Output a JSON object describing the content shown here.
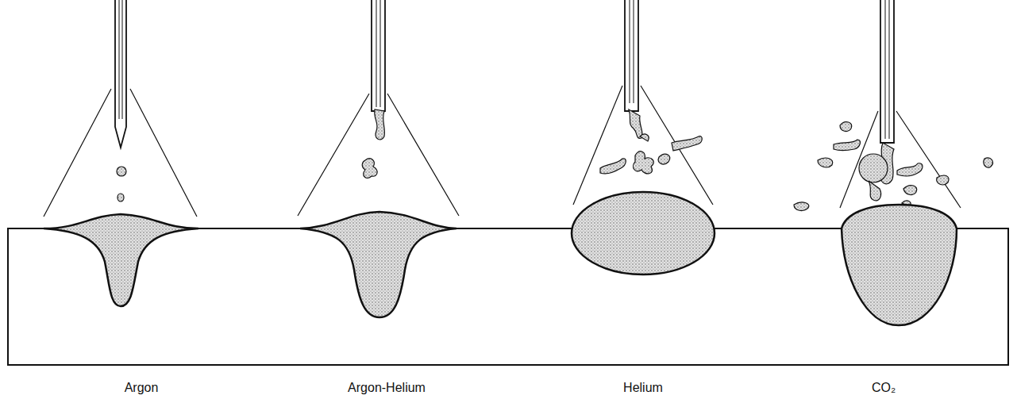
{
  "diagram": {
    "labels": [
      "Argon",
      "Argon-Helium",
      "Helium",
      "CO₂"
    ]
  }
}
